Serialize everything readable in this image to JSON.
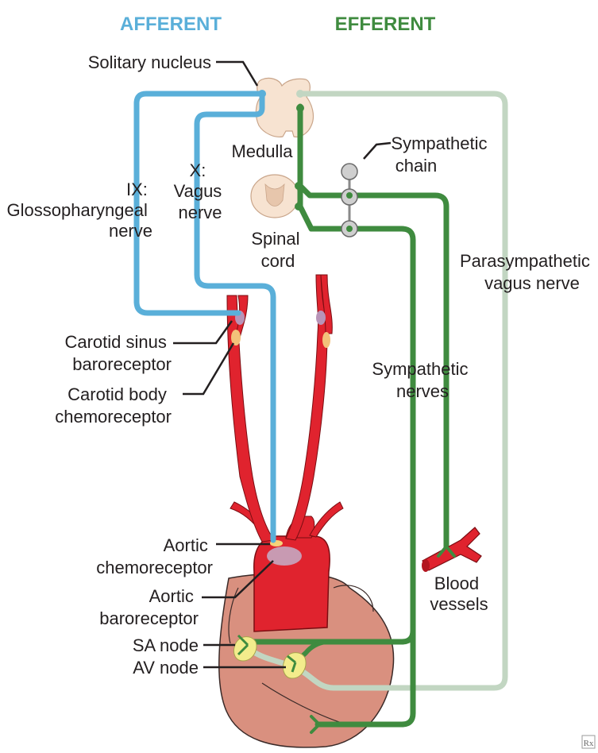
{
  "headers": {
    "afferent": "AFFERENT",
    "efferent": "EFFERENT"
  },
  "labels": {
    "solitary_nucleus": "Solitary nucleus",
    "medulla": "Medulla",
    "sympathetic_chain": [
      "Sympathetic",
      "chain"
    ],
    "glossopharyngeal": [
      "IX:",
      "Glossopharyngeal",
      "nerve"
    ],
    "vagus": [
      "X:",
      "Vagus",
      "nerve"
    ],
    "spinal_cord": [
      "Spinal",
      "cord"
    ],
    "parasympathetic_vagus": [
      "Parasympathetic",
      "vagus nerve"
    ],
    "carotid_sinus": [
      "Carotid sinus",
      "baroreceptor"
    ],
    "carotid_body": [
      "Carotid body",
      "chemoreceptor"
    ],
    "sympathetic_nerves": [
      "Sympathetic",
      "nerves"
    ],
    "aortic_chemo": [
      "Aortic",
      "chemoreceptor"
    ],
    "aortic_baro": [
      "Aortic",
      "baroreceptor"
    ],
    "blood_vessels": [
      "Blood",
      "vessels"
    ],
    "sa_node": "SA node",
    "av_node": "AV node",
    "corner_mark": "Rx"
  },
  "colors": {
    "afferent": "#5aafd9",
    "efferent": "#3f8b3f",
    "parasympathetic": "#c2d6c2",
    "artery": "#e0232e",
    "heart": "#d99080",
    "brain": "#f7e3d1",
    "node": "#f3ec8c"
  }
}
